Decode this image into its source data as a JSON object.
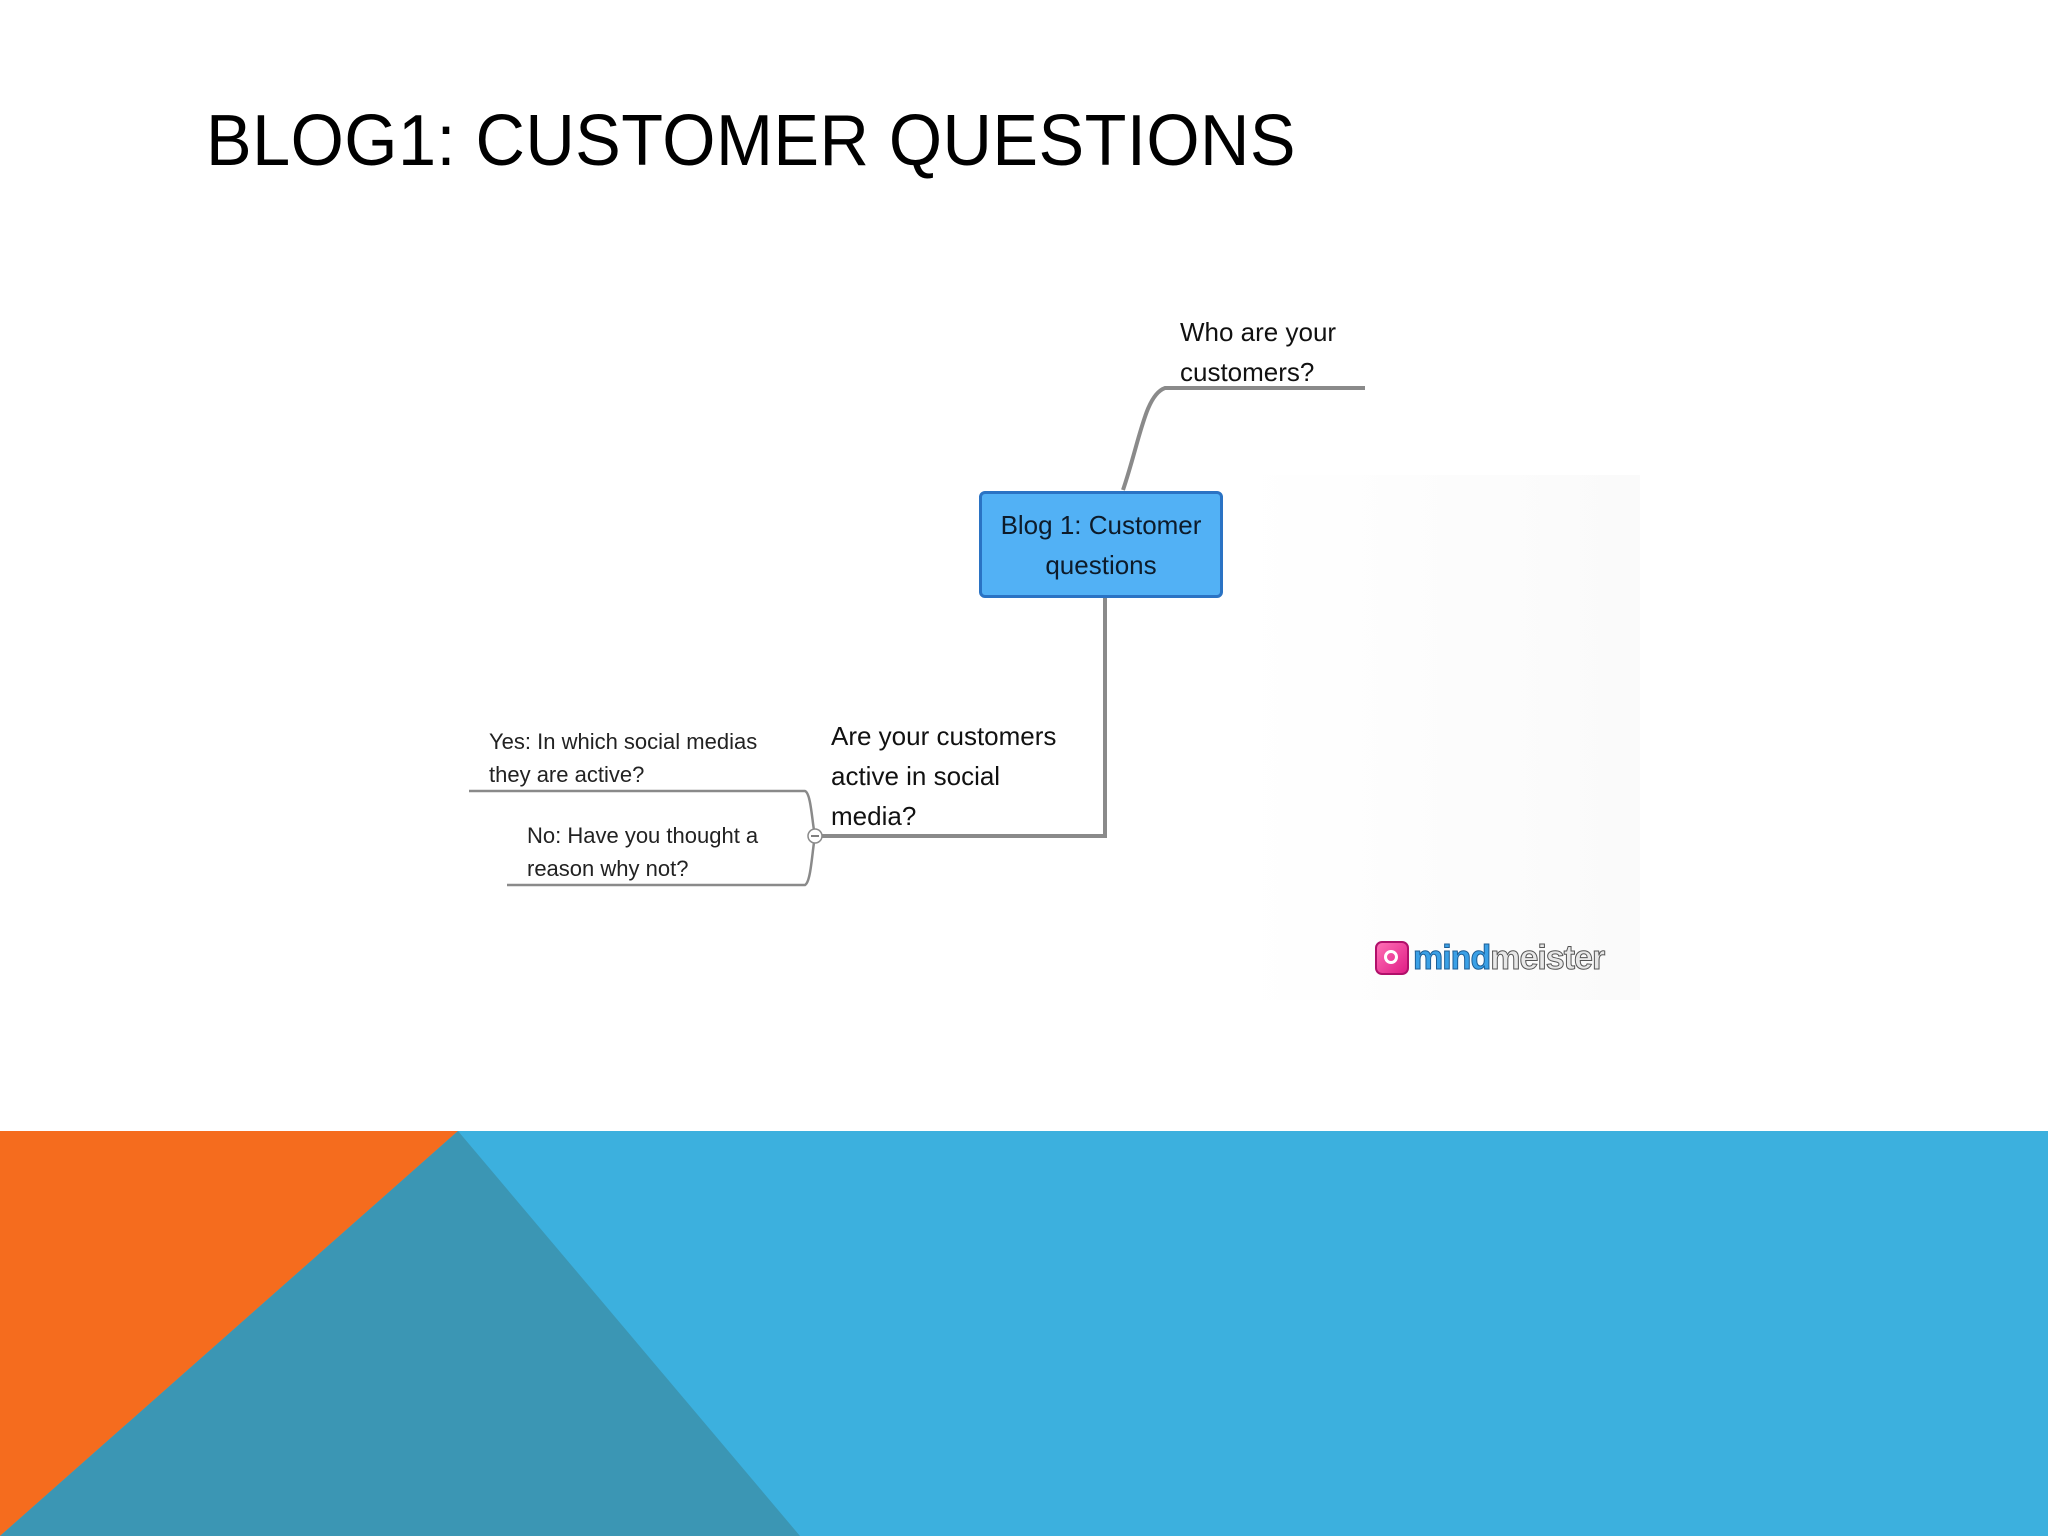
{
  "slide": {
    "title": "BLOG1: CUSTOMER QUESTIONS"
  },
  "mindmap": {
    "central": "Blog 1: Customer\nquestions",
    "branches": [
      {
        "text": "Who are your\ncustomers?"
      },
      {
        "text": "Are your customers\nactive in social\nmedia?",
        "children": [
          {
            "text": "Yes: In which social medias\nthey are active?"
          },
          {
            "text": "No: Have you thought a\nreason why not?"
          }
        ]
      }
    ],
    "logo": {
      "part1": "mind",
      "part2": "meister"
    }
  },
  "colors": {
    "central_fill": "#52b1f5",
    "central_border": "#2a73c4",
    "connector": "#8a8a8a",
    "decor_orange": "#f56c1e",
    "decor_blue": "#3cb0de",
    "decor_teal": "#3b96b4"
  }
}
